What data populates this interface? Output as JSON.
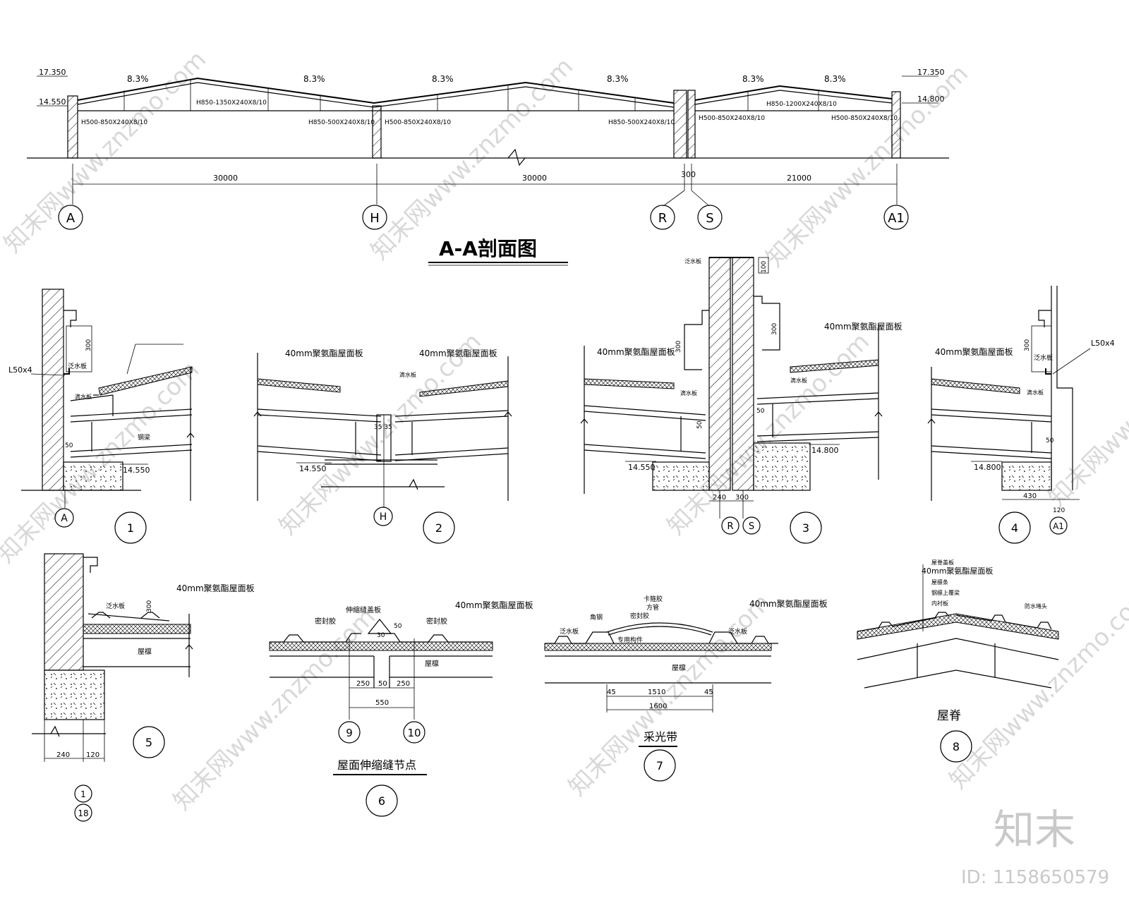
{
  "section": {
    "title": "A-A剖面图",
    "elev_left_top": "17.350",
    "elev_left_low": "14.550",
    "elev_right_top": "17.350",
    "elev_right_low": "14.800",
    "slopes": [
      "8.3%",
      "8.3%",
      "8.3%",
      "8.3%",
      "8.3%",
      "8.3%"
    ],
    "beams": [
      "H500-850X240X8/10",
      "H850-1350X240X8/10",
      "H850-500X240X8/10",
      "H500-850X240X8/10",
      "H850-500X240X8/10",
      "H500-850X240X8/10",
      "H850-1200X240X8/10",
      "H500-850X240X8/10"
    ],
    "spans": [
      "30000",
      "30000",
      "300",
      "21000"
    ],
    "axes": [
      "A",
      "H",
      "R",
      "S",
      "A1"
    ]
  },
  "panel": "40mm聚氨酯屋面板",
  "detail1": {
    "angle": "L50x4",
    "flash": "泛水板",
    "drip": "滴水板",
    "beam": "钢梁",
    "d300": "300",
    "d50": "50",
    "elev": "14.550",
    "axis": "A",
    "num": "1"
  },
  "detail2": {
    "dim": "35 35",
    "elev": "14.550",
    "axis": "H",
    "drip": "滴水板",
    "num": "2"
  },
  "detail3": {
    "flash": "泛水板",
    "d100": "100",
    "d300a": "300",
    "d300b": "300",
    "d50a": "50",
    "d50b": "50",
    "drip1": "滴水板",
    "drip2": "滴水板",
    "elev1": "14.550",
    "elev2": "14.800",
    "w240": "240",
    "w300": "300",
    "axisR": "R",
    "axisS": "S",
    "num": "3"
  },
  "detail4": {
    "angle": "L50x4",
    "flash": "泛水板",
    "drip": "滴水板",
    "d300": "300",
    "d50": "50",
    "elev": "14.800",
    "w430": "430",
    "w120": "120",
    "axis": "A1",
    "num": "4"
  },
  "detail5": {
    "flash": "泛水板",
    "d300": "300",
    "purlin": "屋檩",
    "w240": "240",
    "w120": "120",
    "axis1": "1",
    "axis2": "18",
    "num": "5"
  },
  "detail6": {
    "cap": "伸缩缝盖板",
    "seal1": "密封胶",
    "seal2": "密封胶",
    "d30": "30",
    "d50": "50",
    "purlin": "屋檩",
    "w250a": "250",
    "w50": "50",
    "w250b": "250",
    "w550": "550",
    "axis1": "9",
    "axis2": "10",
    "title": "屋面伸缩缝节点",
    "num": "6"
  },
  "detail7": {
    "clip": "卡箍胶",
    "belt": "方管",
    "seal": "密封胶",
    "angle": "角钢",
    "flash1": "泛水板",
    "flash2": "泛水板",
    "part": "专用构件",
    "purlin": "屋檩",
    "w45a": "45",
    "w1510": "1510",
    "w45b": "45",
    "w1600": "1600",
    "title": "采光带",
    "num": "7"
  },
  "detail8": {
    "layers": [
      "屋脊盖板",
      "40mm聚氨酯屋面板",
      "屋檩条",
      "钢檩上覆梁",
      "内衬板"
    ],
    "note": "防水堵头",
    "title": "屋脊",
    "num": "8"
  },
  "watermark": {
    "logo": "知末",
    "id": "ID: 1158650579",
    "site": "知末网www.znzmo.com"
  }
}
